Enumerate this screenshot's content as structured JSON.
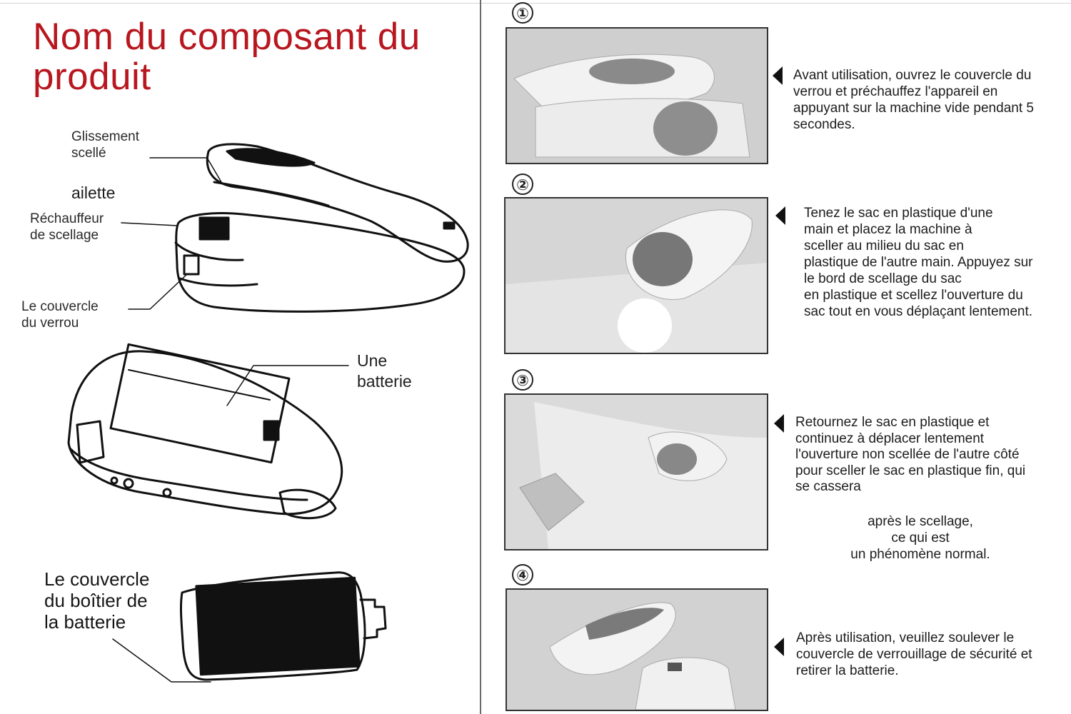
{
  "title": "Nom du composant du produit",
  "components": {
    "sliding_seal": "Glissement\nscellé",
    "blade": "ailette",
    "heater": "Réchauffeur\nde scellage",
    "lock_cover": "Le couvercle\ndu verrou",
    "battery": "Une\nbatterie",
    "battery_cover": "Le couvercle\ndu boîtier de\nla batterie"
  },
  "steps": [
    {
      "number": "①",
      "text": "Avant utilisation, ouvrez le couvercle du\nverrou et préchauffez l'appareil en\nappuyant sur la machine vide pendant 5\nsecondes."
    },
    {
      "number": "②",
      "text": "Tenez le sac en plastique d'une\nmain et placez la machine à\nsceller au milieu du sac en\nplastique de l'autre main. Appuyez sur\nle bord de scellage du sac\nen plastique et scellez l'ouverture du\nsac tout en vous déplaçant lentement."
    },
    {
      "number": "③",
      "text": "Retournez le sac en plastique et\ncontinuez à déplacer lentement\nl'ouverture non scellée de l'autre côté\npour sceller le sac en plastique fin, qui\nse cassera",
      "note": "après le scellage,\nce qui est\nun phénomène normal."
    },
    {
      "number": "④",
      "text": "Après utilisation, veuillez soulever le\ncouvercle de verrouillage de sécurité et\nretirer la batterie."
    }
  ],
  "icons": {
    "pointer": "left-pointer-triangle-icon"
  },
  "colors": {
    "title": "#b8171f",
    "line_art": "#111111",
    "photo_bg": "#d8d8d8"
  }
}
